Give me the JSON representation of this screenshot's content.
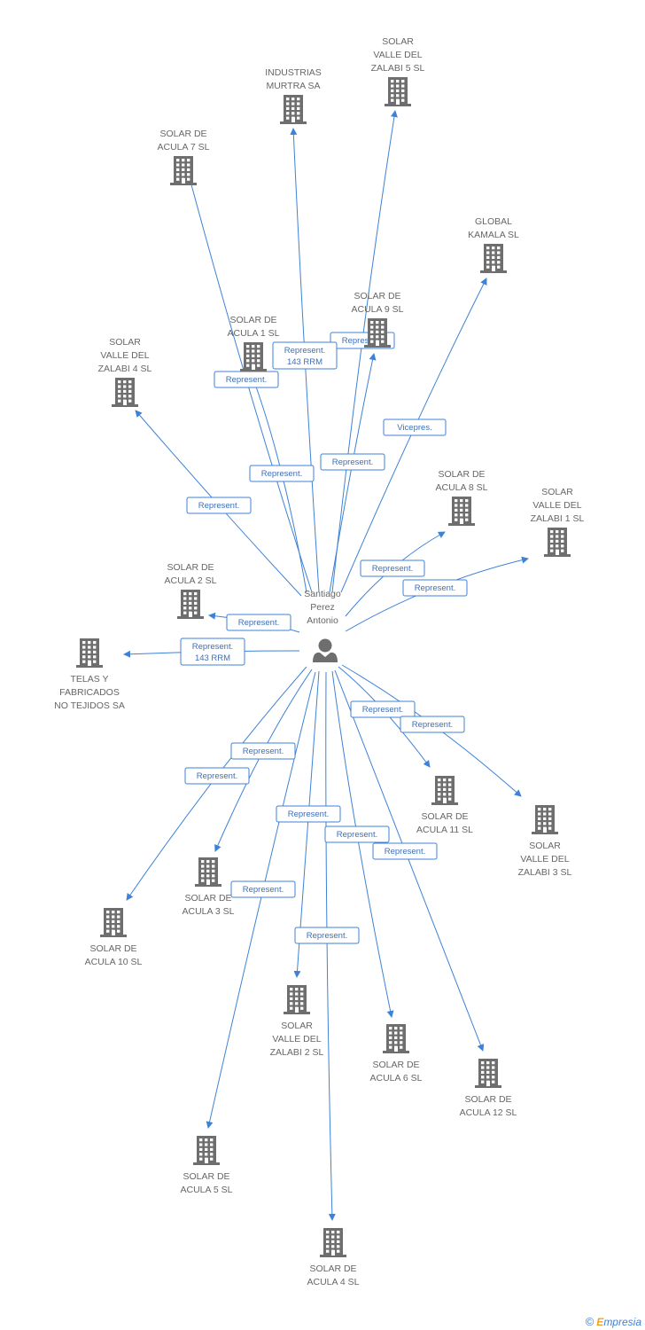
{
  "center": {
    "label": [
      "Santiago",
      "Perez",
      "Antonio"
    ],
    "icon": "person-icon"
  },
  "colors": {
    "edge": "#3d82d7",
    "node": "#6e6e6e",
    "text": "#666666"
  },
  "nodes": [
    {
      "id": "solar-valle-del-zalabi-5-sl",
      "label": [
        "SOLAR",
        "VALLE DEL",
        "ZALABI 5 SL"
      ],
      "icon": "building-icon"
    },
    {
      "id": "industrias-murtra-sa",
      "label": [
        "INDUSTRIAS",
        "MURTRA SA"
      ],
      "icon": "building-icon"
    },
    {
      "id": "solar-de-acula-7-sl",
      "label": [
        "SOLAR DE",
        "ACULA 7 SL"
      ],
      "icon": "building-icon"
    },
    {
      "id": "global-kamala-sl",
      "label": [
        "GLOBAL",
        "KAMALA SL"
      ],
      "icon": "building-icon"
    },
    {
      "id": "solar-de-acula-9-sl",
      "label": [
        "SOLAR DE",
        "ACULA 9 SL"
      ],
      "icon": "building-icon"
    },
    {
      "id": "solar-de-acula-1-sl",
      "label": [
        "SOLAR DE",
        "ACULA 1 SL"
      ],
      "icon": "building-icon"
    },
    {
      "id": "solar-valle-del-zalabi-4-sl",
      "label": [
        "SOLAR",
        "VALLE DEL",
        "ZALABI 4 SL"
      ],
      "icon": "building-icon"
    },
    {
      "id": "solar-de-acula-8-sl",
      "label": [
        "SOLAR DE",
        "ACULA 8 SL"
      ],
      "icon": "building-icon"
    },
    {
      "id": "solar-valle-del-zalabi-1-sl",
      "label": [
        "SOLAR",
        "VALLE DEL",
        "ZALABI 1 SL"
      ],
      "icon": "building-icon"
    },
    {
      "id": "solar-de-acula-2-sl",
      "label": [
        "SOLAR DE",
        "ACULA 2 SL"
      ],
      "icon": "building-icon"
    },
    {
      "id": "telas-y-fabricados-no-tejidos-sa",
      "label": [
        "TELAS Y",
        "FABRICADOS",
        "NO TEJIDOS SA"
      ],
      "icon": "building-icon"
    },
    {
      "id": "solar-de-acula-11-sl",
      "label": [
        "SOLAR DE",
        "ACULA 11 SL"
      ],
      "icon": "building-icon"
    },
    {
      "id": "solar-valle-del-zalabi-3-sl",
      "label": [
        "SOLAR",
        "VALLE DEL",
        "ZALABI 3 SL"
      ],
      "icon": "building-icon"
    },
    {
      "id": "solar-de-acula-3-sl",
      "label": [
        "SOLAR DE",
        "ACULA 3 SL"
      ],
      "icon": "building-icon"
    },
    {
      "id": "solar-de-acula-10-sl",
      "label": [
        "SOLAR DE",
        "ACULA 10 SL"
      ],
      "icon": "building-icon"
    },
    {
      "id": "solar-valle-del-zalabi-2-sl",
      "label": [
        "SOLAR",
        "VALLE DEL",
        "ZALABI 2 SL"
      ],
      "icon": "building-icon"
    },
    {
      "id": "solar-de-acula-6-sl",
      "label": [
        "SOLAR DE",
        "ACULA 6 SL"
      ],
      "icon": "building-icon"
    },
    {
      "id": "solar-de-acula-12-sl",
      "label": [
        "SOLAR DE",
        "ACULA 12 SL"
      ],
      "icon": "building-icon"
    },
    {
      "id": "solar-de-acula-5-sl",
      "label": [
        "SOLAR DE",
        "ACULA 5 SL"
      ],
      "icon": "building-icon"
    },
    {
      "id": "solar-de-acula-4-sl",
      "label": [
        "SOLAR DE",
        "ACULA 4 SL"
      ],
      "icon": "building-icon"
    }
  ],
  "edges": [
    {
      "to": "solar-valle-del-zalabi-5-sl",
      "label": [
        "Represent."
      ]
    },
    {
      "to": "industrias-murtra-sa",
      "label": [
        "Represent.",
        "143 RRM"
      ]
    },
    {
      "to": "solar-de-acula-7-sl",
      "label": [
        "Represent."
      ]
    },
    {
      "to": "global-kamala-sl",
      "label": [
        "Vicepres."
      ]
    },
    {
      "to": "solar-de-acula-9-sl",
      "label": [
        "Represent."
      ]
    },
    {
      "to": "solar-de-acula-1-sl",
      "label": [
        "Represent."
      ]
    },
    {
      "to": "solar-valle-del-zalabi-4-sl",
      "label": [
        "Represent."
      ]
    },
    {
      "to": "solar-de-acula-8-sl",
      "label": [
        "Represent."
      ]
    },
    {
      "to": "solar-valle-del-zalabi-1-sl",
      "label": [
        "Represent."
      ]
    },
    {
      "to": "solar-de-acula-2-sl",
      "label": [
        "Represent."
      ]
    },
    {
      "to": "telas-y-fabricados-no-tejidos-sa",
      "label": [
        "Represent.",
        "143 RRM"
      ]
    },
    {
      "to": "solar-de-acula-11-sl",
      "label": [
        "Represent."
      ]
    },
    {
      "to": "solar-valle-del-zalabi-3-sl",
      "label": [
        "Represent."
      ]
    },
    {
      "to": "solar-de-acula-3-sl",
      "label": [
        "Represent."
      ]
    },
    {
      "to": "solar-de-acula-10-sl",
      "label": [
        "Represent."
      ]
    },
    {
      "to": "solar-valle-del-zalabi-2-sl",
      "label": [
        "Represent."
      ]
    },
    {
      "to": "solar-de-acula-6-sl",
      "label": [
        "Represent."
      ]
    },
    {
      "to": "solar-de-acula-12-sl",
      "label": [
        "Represent."
      ]
    },
    {
      "to": "solar-de-acula-5-sl",
      "label": [
        "Represent."
      ]
    },
    {
      "to": "solar-de-acula-4-sl",
      "label": [
        "Represent."
      ]
    }
  ],
  "footer": {
    "copyright": "©",
    "brand_initial": "E",
    "brand_rest": "mpresia"
  }
}
